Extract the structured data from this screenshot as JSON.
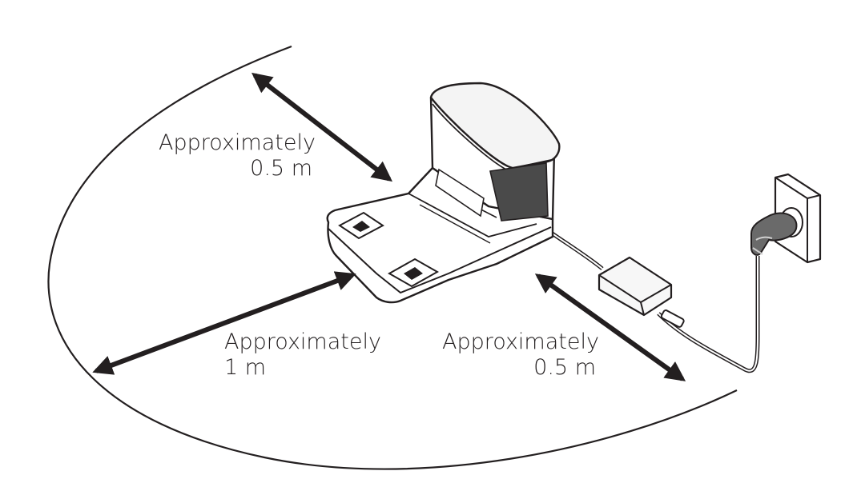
{
  "labels": {
    "back": {
      "line1": "Approximately",
      "line2": "0.5 m"
    },
    "front": {
      "line1": "Approximately",
      "line2": "1 m"
    },
    "side": {
      "line1": "Approximately",
      "line2": "0.5 m"
    }
  },
  "colors": {
    "ink": "#231f20",
    "station_top": "#f4f4f4",
    "station_dark": "#4a4a4a",
    "adapter": "#f7f7f7"
  },
  "icons": [
    "charging-station-icon",
    "power-adapter-icon",
    "wall-outlet-icon",
    "plug-icon",
    "double-arrow-icon"
  ]
}
